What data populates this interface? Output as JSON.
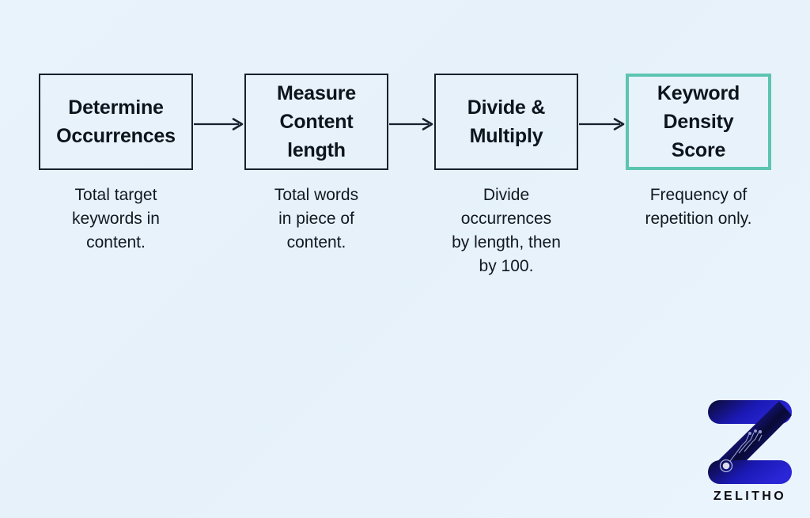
{
  "theme": {
    "background_from": "#e9f3fb",
    "background_to": "#eaf4fc",
    "box_border": "#16212e",
    "accent_border": "#5cc4b0",
    "text": "#0d141c",
    "logo_dark": "#0b0b2a",
    "logo_blue": "#2222cc"
  },
  "diagram": {
    "type": "flowchart",
    "steps": [
      {
        "id": "determine-occurrences",
        "title": "Determine\nOccurrences",
        "caption": "Total target\nkeywords in\ncontent.",
        "highlighted": false
      },
      {
        "id": "measure-content-length",
        "title": "Measure\nContent\nlength",
        "caption": "Total words\nin piece of\ncontent.",
        "highlighted": false
      },
      {
        "id": "divide-and-multiply",
        "title": "Divide &\nMultiply",
        "caption": "Divide\noccurrences\nby length, then\nby 100.",
        "highlighted": false
      },
      {
        "id": "keyword-density-score",
        "title": "Keyword\nDensity\nScore",
        "caption": "Frequency of\nrepetition only.",
        "highlighted": true
      }
    ],
    "connectors": [
      {
        "id": "arrow-1",
        "from": "determine-occurrences",
        "to": "measure-content-length",
        "icon": "arrow-right-icon"
      },
      {
        "id": "arrow-2",
        "from": "measure-content-length",
        "to": "divide-and-multiply",
        "icon": "arrow-right-icon"
      },
      {
        "id": "arrow-3",
        "from": "divide-and-multiply",
        "to": "keyword-density-score",
        "icon": "arrow-right-icon"
      }
    ]
  },
  "branding": {
    "logo_icon": "zelitho-z-logo-icon",
    "wordmark": "ZELITHO"
  }
}
